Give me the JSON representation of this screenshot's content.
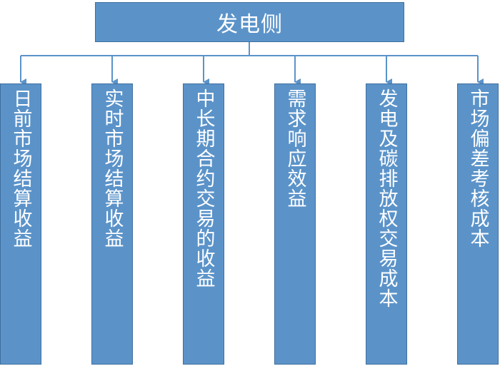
{
  "diagram": {
    "root": {
      "label": "发电侧"
    },
    "children": [
      {
        "id": "day-ahead",
        "label": "日前市场结算收益"
      },
      {
        "id": "real-time",
        "label": "实时市场结算收益"
      },
      {
        "id": "mid-long-term",
        "label": "中长期合约交易的收益"
      },
      {
        "id": "demand-response",
        "label": "需求响应效益"
      },
      {
        "id": "generation-carbon",
        "label": "发电及碳排放权交易成本"
      },
      {
        "id": "deviation-assessment",
        "label": "市场偏差考核成本"
      }
    ],
    "edges": [
      {
        "from": "root",
        "to": "day-ahead"
      },
      {
        "from": "root",
        "to": "real-time"
      },
      {
        "from": "root",
        "to": "mid-long-term"
      },
      {
        "from": "root",
        "to": "demand-response"
      },
      {
        "from": "root",
        "to": "generation-carbon"
      },
      {
        "from": "root",
        "to": "deviation-assessment"
      }
    ],
    "colors": {
      "box_fill": "#5b93c9",
      "box_border": "#3f6f9e",
      "connector": "#5b93c9",
      "text": "#ffffff"
    }
  }
}
